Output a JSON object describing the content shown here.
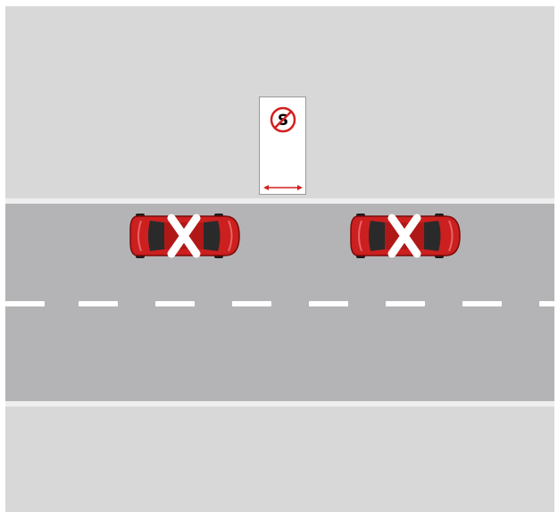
{
  "sign": {
    "symbol": "no-stopping",
    "letter": "S",
    "border_color": "#d32020",
    "arrow": "double-headed",
    "arrow_color": "#d32020"
  },
  "cars": [
    {
      "color": "#cc1f1f",
      "marker": "white-cross"
    },
    {
      "color": "#cc1f1f",
      "marker": "white-cross"
    }
  ],
  "colors": {
    "road": "#b4b4b6",
    "footpath": "#d8d8d8",
    "lane_marking": "#ffffff"
  }
}
